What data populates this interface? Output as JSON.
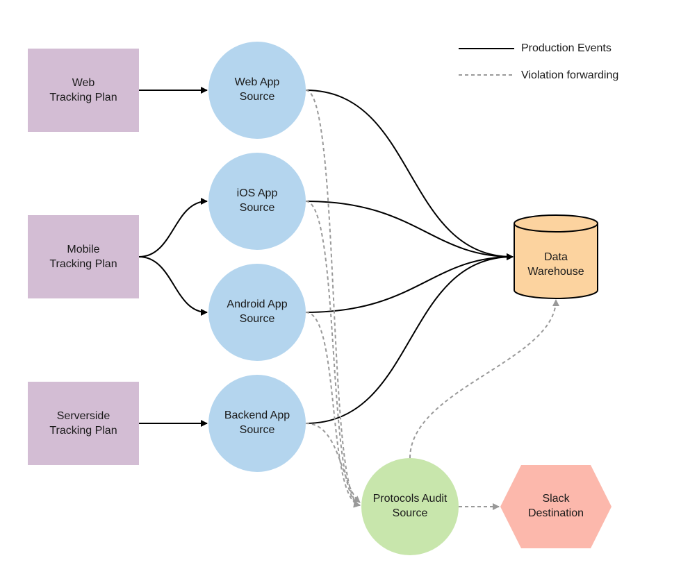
{
  "legend": {
    "production_label": "Production Events",
    "violation_label": "Violation forwarding"
  },
  "colors": {
    "tracking_plan": "#d3bdd4",
    "source": "#b4d5ee",
    "warehouse": "#fcd39f",
    "audit": "#c8e6ac",
    "slack": "#fcb8ac",
    "production_line": "#000000",
    "violation_line": "#999999"
  },
  "tracking_plans": {
    "web": [
      "Web",
      "Tracking Plan"
    ],
    "mobile": [
      "Mobile",
      "Tracking Plan"
    ],
    "serverside": [
      "Serverside",
      "Tracking Plan"
    ]
  },
  "sources": {
    "web": [
      "Web App",
      "Source"
    ],
    "ios": [
      "iOS App",
      "Source"
    ],
    "android": [
      "Android App",
      "Source"
    ],
    "backend": [
      "Backend App",
      "Source"
    ]
  },
  "warehouse": [
    "Data",
    "Warehouse"
  ],
  "audit": [
    "Protocols Audit",
    "Source"
  ],
  "slack": [
    "Slack",
    "Destination"
  ]
}
